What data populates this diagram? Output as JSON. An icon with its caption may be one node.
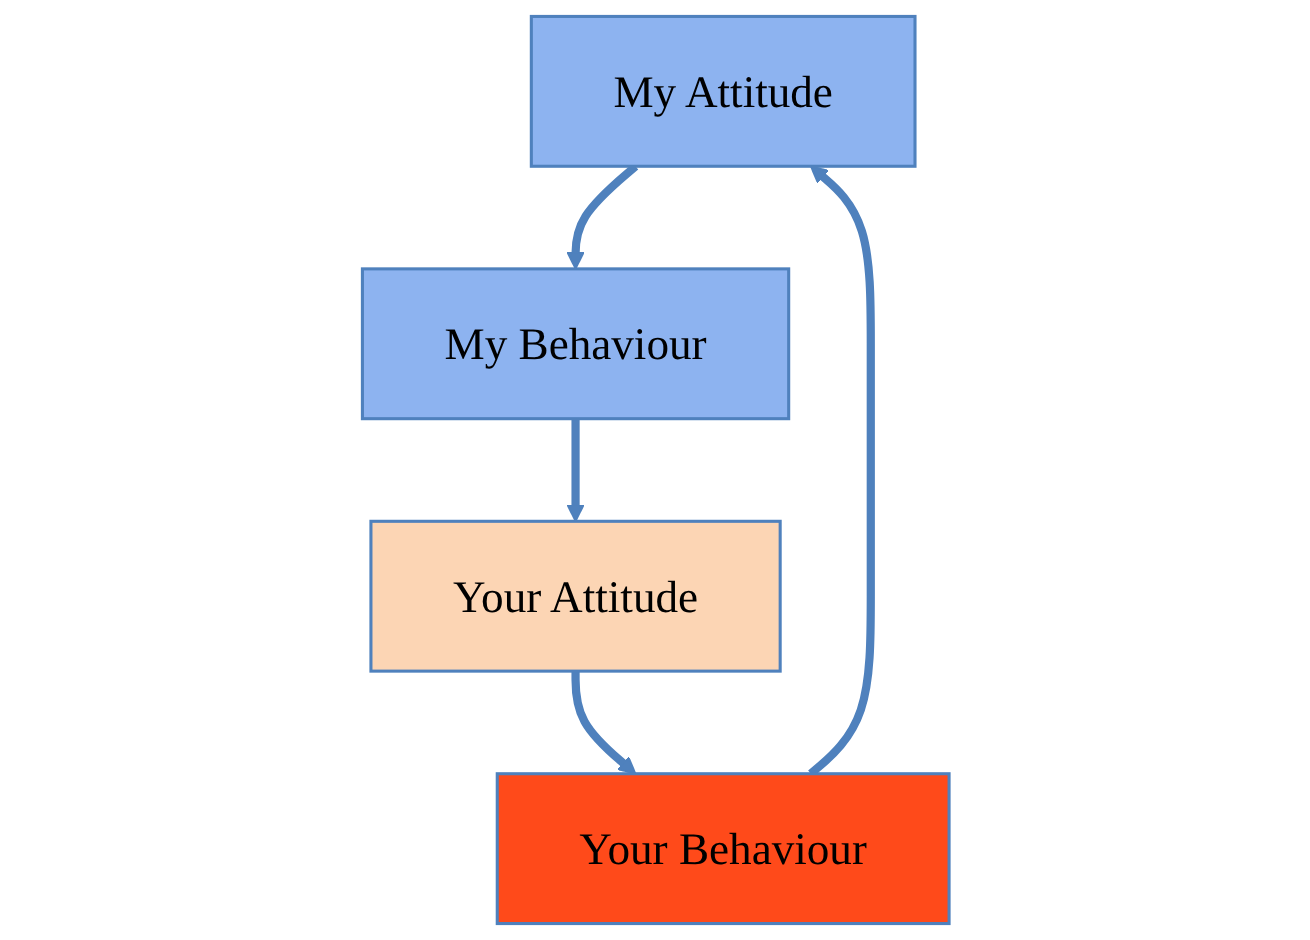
{
  "diagram": {
    "nodes": [
      {
        "text": [
          "My Attitude"
        ]
      },
      {
        "text": [
          "Your Behaviour"
        ]
      },
      {
        "text": [
          "My Behaviour"
        ]
      },
      {
        "text": [
          "Your Attitude"
        ]
      }
    ],
    "edges": [
      {
        "from": 0,
        "to": 2,
        "arrow": "to"
      },
      {
        "from": 2,
        "to": 3,
        "arrow": "to"
      },
      {
        "from": 3,
        "to": 1,
        "arrow": "to"
      },
      {
        "from": 1,
        "to": 0,
        "arrow": "to"
      }
    ]
  }
}
